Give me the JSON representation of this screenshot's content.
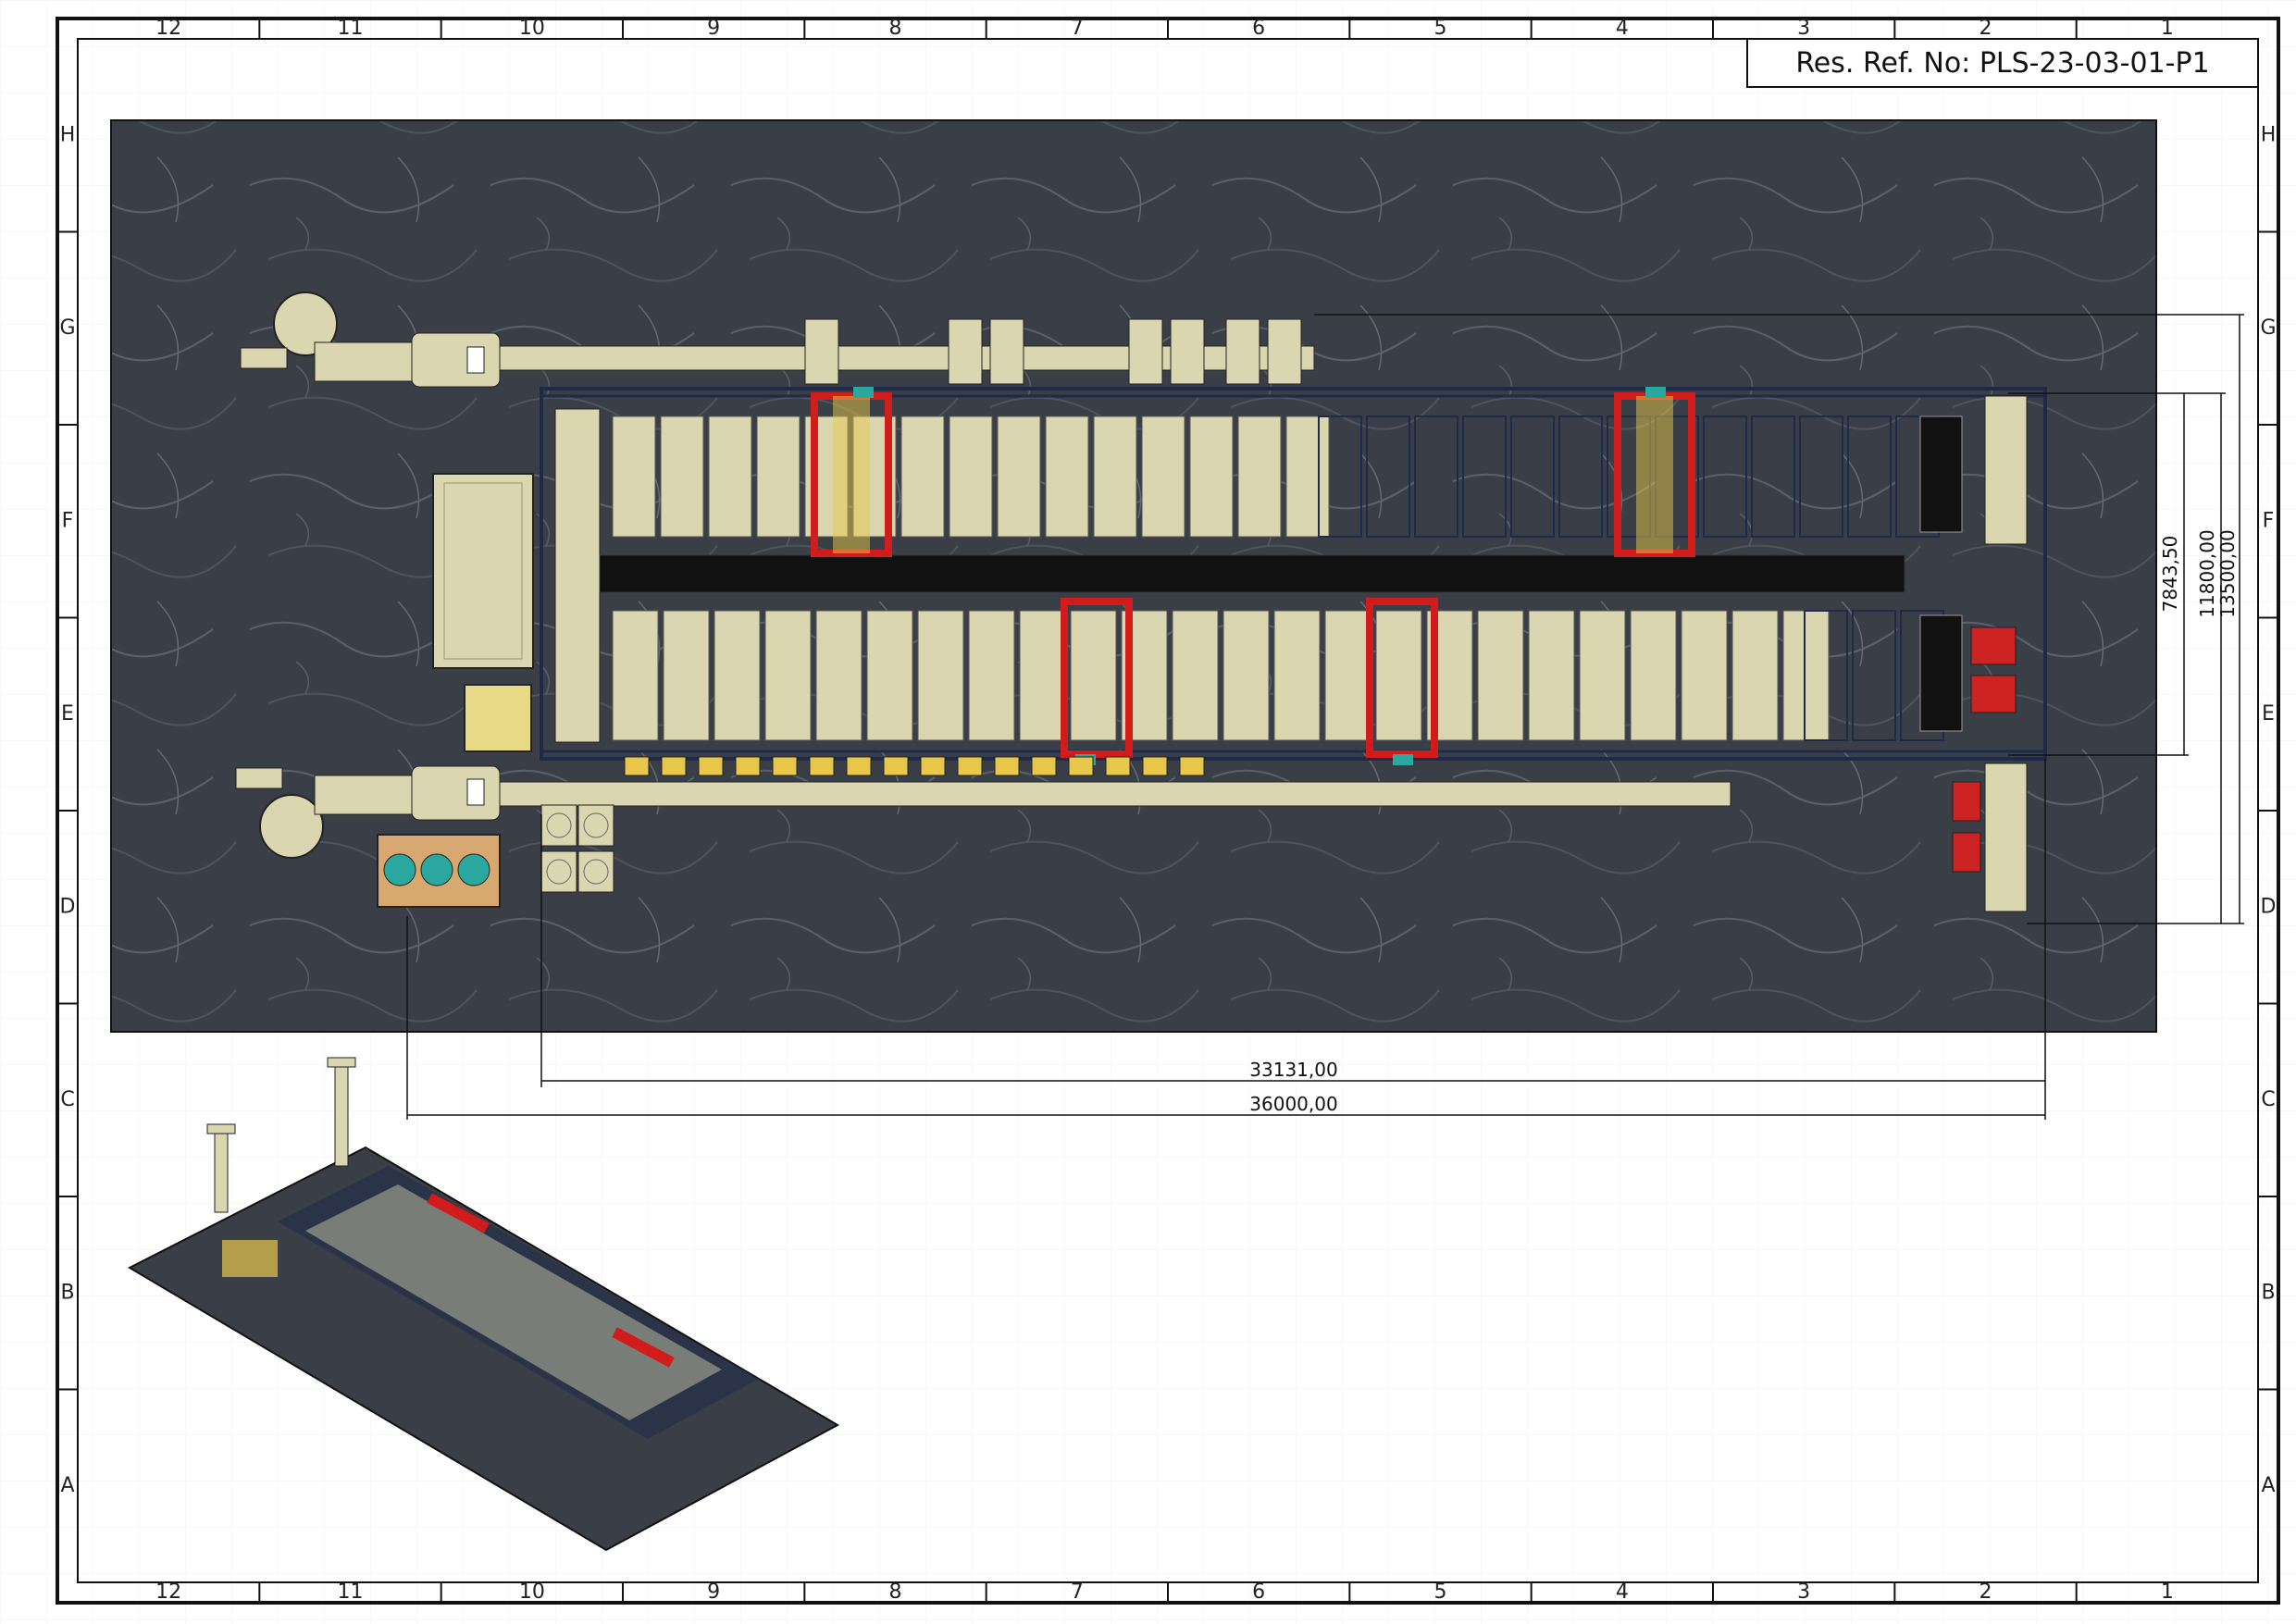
{
  "title_block": {
    "ref_label": "Res. Ref. No: PLS-23-03-01-P1"
  },
  "border": {
    "columns": [
      "12",
      "11",
      "10",
      "9",
      "8",
      "7",
      "6",
      "5",
      "4",
      "3",
      "2",
      "1"
    ],
    "rows": [
      "H",
      "G",
      "F",
      "E",
      "D",
      "C",
      "B",
      "A"
    ]
  },
  "dimensions": {
    "horizontal": [
      "33131,00",
      "36000,00"
    ],
    "vertical": [
      "7843,50",
      "11800,00",
      "13500,00"
    ]
  },
  "colors": {
    "floor": "#3a3f47",
    "tank": "#d9d6b0",
    "frame": "#1f2a4a",
    "crane": "#d21c1c",
    "accent": "#e8c84a",
    "teal": "#2aa8a0",
    "line": "#111111"
  }
}
